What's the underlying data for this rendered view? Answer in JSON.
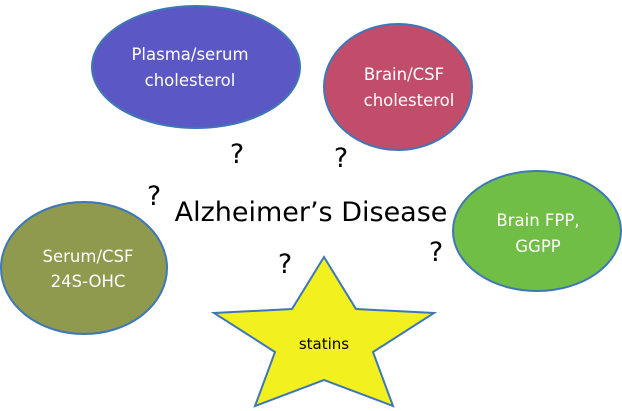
{
  "diagram": {
    "center_title": "Alzheimer’s Disease",
    "nodes": {
      "plasma": {
        "lines": [
          "Plasma/serum",
          "cholesterol"
        ],
        "fill": "#5b57c4",
        "stroke": "#3e77b8"
      },
      "brain_csf": {
        "lines": [
          "Brain/CSF",
          "cholesterol"
        ],
        "fill": "#c24d6b",
        "stroke": "#3e77b8"
      },
      "serum_csf": {
        "lines": [
          "Serum/CSF",
          "24S-OHC"
        ],
        "fill": "#8f9a4f",
        "stroke": "#3e77b8"
      },
      "brain_fpp": {
        "lines": [
          "Brain FPP,",
          "GGPP"
        ],
        "fill": "#70be45",
        "stroke": "#3e77b8"
      },
      "statins": {
        "label": "statins",
        "fill": "#f3f020",
        "stroke": "#3e77b8"
      }
    },
    "question_marks": [
      "?",
      "?",
      "?",
      "?",
      "?",
      "?"
    ]
  }
}
